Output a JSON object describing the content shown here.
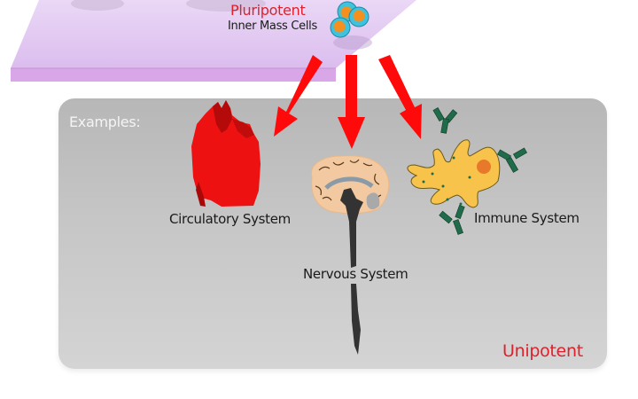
{
  "diagram": {
    "top_stage": {
      "title": "Pluripotent",
      "subtitle": "Inner Mass Cells",
      "title_color": "#e0202a",
      "plane_color": "#dcc0f0"
    },
    "bottom_stage": {
      "heading": "Examples:",
      "potency_label": "Unipotent",
      "potency_color": "#e0202a",
      "panel_color": "#c4c4c4",
      "examples": [
        {
          "label": "Circulatory System",
          "icon": "heart-icon"
        },
        {
          "label": "Nervous System",
          "icon": "brain-spinal-cord-icon"
        },
        {
          "label": "Immune System",
          "icon": "immune-cell-antibodies-icon"
        }
      ]
    },
    "arrow_color": "#ff0a0a",
    "arrows": [
      {
        "from": "Inner Mass Cells",
        "to": "Circulatory System"
      },
      {
        "from": "Inner Mass Cells",
        "to": "Nervous System"
      },
      {
        "from": "Inner Mass Cells",
        "to": "Immune System"
      }
    ]
  }
}
